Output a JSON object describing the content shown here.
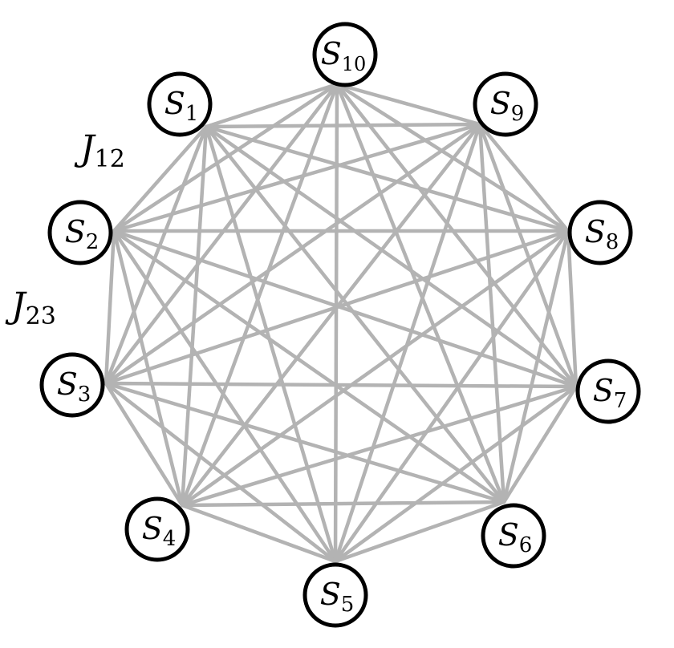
{
  "nodes": [
    {
      "id": "1",
      "letter": "S",
      "subscript": "1"
    },
    {
      "id": "2",
      "letter": "S",
      "subscript": "2"
    },
    {
      "id": "3",
      "letter": "S",
      "subscript": "3"
    },
    {
      "id": "4",
      "letter": "S",
      "subscript": "4"
    },
    {
      "id": "5",
      "letter": "S",
      "subscript": "5"
    },
    {
      "id": "6",
      "letter": "S",
      "subscript": "6"
    },
    {
      "id": "7",
      "letter": "S",
      "subscript": "7"
    },
    {
      "id": "8",
      "letter": "S",
      "subscript": "8"
    },
    {
      "id": "9",
      "letter": "S",
      "subscript": "9"
    },
    {
      "id": "10",
      "letter": "S",
      "subscript": "10"
    }
  ],
  "couplings": [
    {
      "letter": "J",
      "subscript": "12"
    },
    {
      "letter": "J",
      "subscript": "23"
    }
  ],
  "colors": {
    "edge": "#b3b3b3",
    "node_border": "#000000",
    "node_fill": "#ffffff",
    "text": "#000000"
  },
  "connectivity": "all-to-all"
}
